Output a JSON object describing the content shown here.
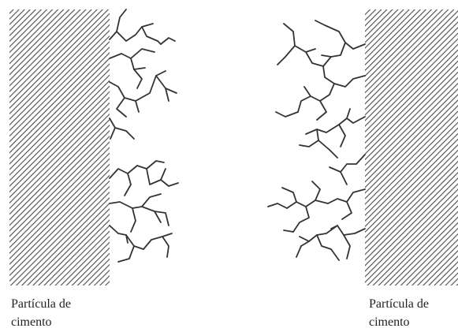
{
  "figure": {
    "left_label_line1": "Partícula de",
    "left_label_line2": "cimento",
    "right_label_line1": "Partícula de",
    "right_label_line2": "cimento"
  },
  "colors": {
    "hatch": "#4a4a4a",
    "fiber": "#333333",
    "text": "#222222",
    "background": "#ffffff"
  }
}
